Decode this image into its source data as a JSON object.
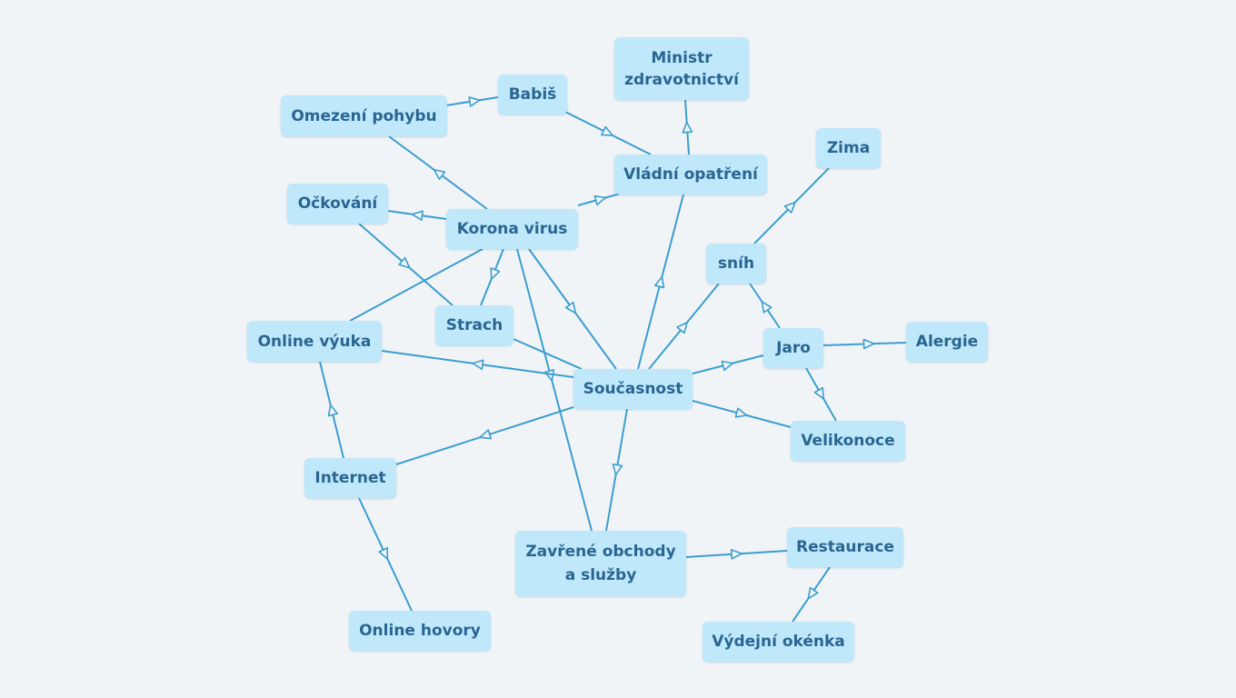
{
  "colors": {
    "background": "#f1f4f7",
    "node_fill": "#bfe8fb",
    "node_text": "#2a6592",
    "edge": "#3a9ed0"
  },
  "nodes": {
    "ministr": "Ministr\nzdravotnictví",
    "babis": "Babiš",
    "omezeni": "Omezení pohybu",
    "vladni": "Vládní opatření",
    "zima": "Zima",
    "ockovani": "Očkování",
    "korona": "Korona virus",
    "snih": "sníh",
    "strach": "Strach",
    "online_vyuka": "Online výuka",
    "jaro": "Jaro",
    "alergie": "Alergie",
    "soucasnost": "Současnost",
    "velikonoce": "Velikonoce",
    "internet": "Internet",
    "zavrene": "Zavřené obchody\na služby",
    "restaurace": "Restaurace",
    "online_hovory": "Online hovory",
    "vydejni": "Výdejní okénka"
  }
}
